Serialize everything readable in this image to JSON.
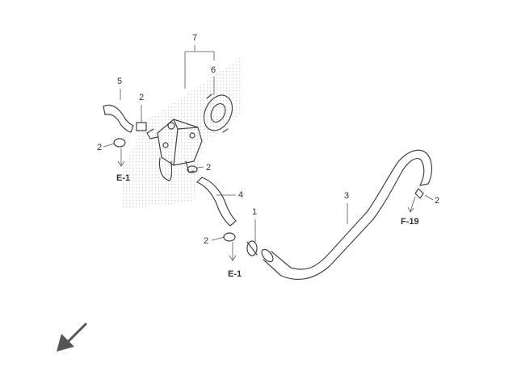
{
  "callouts": {
    "c7": "7",
    "c6": "6",
    "c5": "5",
    "c2a": "2",
    "c2b": "2",
    "c2c": "2",
    "c2d": "2",
    "c2e": "2",
    "c4": "4",
    "c3": "3",
    "c1": "1"
  },
  "refs": {
    "e1_upper": "E-1",
    "e1_lower": "E-1",
    "f19": "F-19"
  },
  "icons": {
    "direction": "arrow-down-left-icon"
  },
  "colors": {
    "line": "#444444",
    "shade": "#bbbbbb"
  }
}
